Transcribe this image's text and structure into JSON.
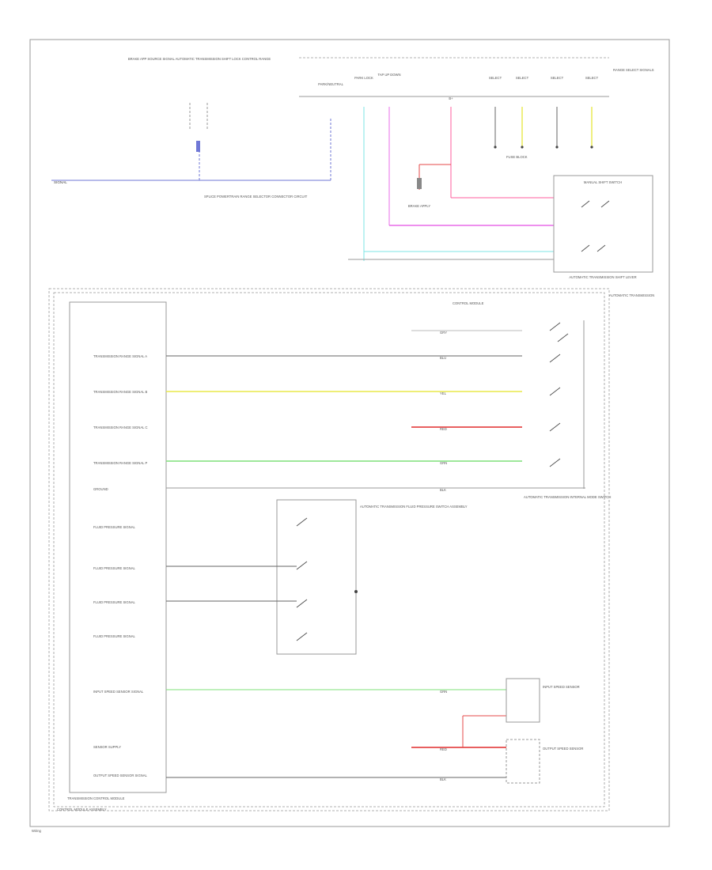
{
  "colors": {
    "background": "#ffffff",
    "frame": "#999999",
    "wire_blue": "#6f77d6",
    "wire_cyan": "#7ee4e6",
    "wire_magenta": "#e86ce8",
    "wire_pink": "#ff5c9e",
    "wire_yellow": "#e8e84a",
    "wire_red": "#e44a4a",
    "wire_green": "#7fe07a",
    "wire_gray": "#9a9a9a",
    "wire_black": "#666666"
  },
  "labels": {
    "top_left_block": "BRAKE APP SOURCE SIGNAL AUTOMATIC TRANSMISSION SHIFT LOCK CONTROL RANGE",
    "left_signal": "SIGNAL",
    "splice_left": "SPLICE POWERTRAIN RANGE SELECTOR CONNECTOR CIRCUIT",
    "top_row_1": "PARK/NEUTRAL",
    "top_row_2": "PARK LOCK",
    "top_row_3": "TAP UP DOWN",
    "top_row_4": "B+",
    "top_row_5a": "SELECT",
    "top_row_5b": "SELECT",
    "top_row_5c": "SELECT",
    "top_row_5d": "SELECT",
    "top_right_corner": "RANGE SELECT SIGNALS",
    "shift_lever_label": "FUSE BLOCK",
    "brake_label": "BRAKE APPLY",
    "shift_assembly": "AUTOMATIC TRANSMISSION SHIFT LEVER",
    "mode_switch_label": "MANUAL SHIFT SWITCH",
    "module_label": "AUTOMATIC TRANSMISSION",
    "tcm_label": "CONTROL MODULE",
    "range_switch": "AUTOMATIC TRANSMISSION INTERNAL MODE SWITCH",
    "pressure_block": "AUTOMATIC TRANSMISSION FLUID PRESSURE SWITCH ASSEMBLY",
    "sensor_1": "INPUT SPEED SENSOR",
    "sensor_2": "OUTPUT SPEED SENSOR",
    "tcm_bottom_1": "TRANSMISSION CONTROL MODULE",
    "tcm_bottom_2": "CONTROL MODULE ASSEMBLY",
    "footer": "Wiring",
    "tcm_rows": [
      "TRANSMISSION RANGE SIGNAL A",
      "TRANSMISSION RANGE SIGNAL B",
      "TRANSMISSION RANGE SIGNAL C",
      "TRANSMISSION RANGE SIGNAL P",
      "GROUND"
    ],
    "pressure_rows": [
      "FLUID PRESSURE SIGNAL",
      "FLUID PRESSURE SIGNAL",
      "FLUID PRESSURE SIGNAL",
      "FLUID PRESSURE SIGNAL"
    ],
    "sensor_rows": [
      "INPUT SPEED SENSOR SIGNAL",
      "SENSOR SUPPLY",
      "OUTPUT SPEED SENSOR SIGNAL"
    ],
    "wire_codes": [
      "GRY",
      "BLU",
      "YEL",
      "RED",
      "GRN",
      "BLK",
      "GRN",
      "RED",
      "BLK"
    ]
  }
}
